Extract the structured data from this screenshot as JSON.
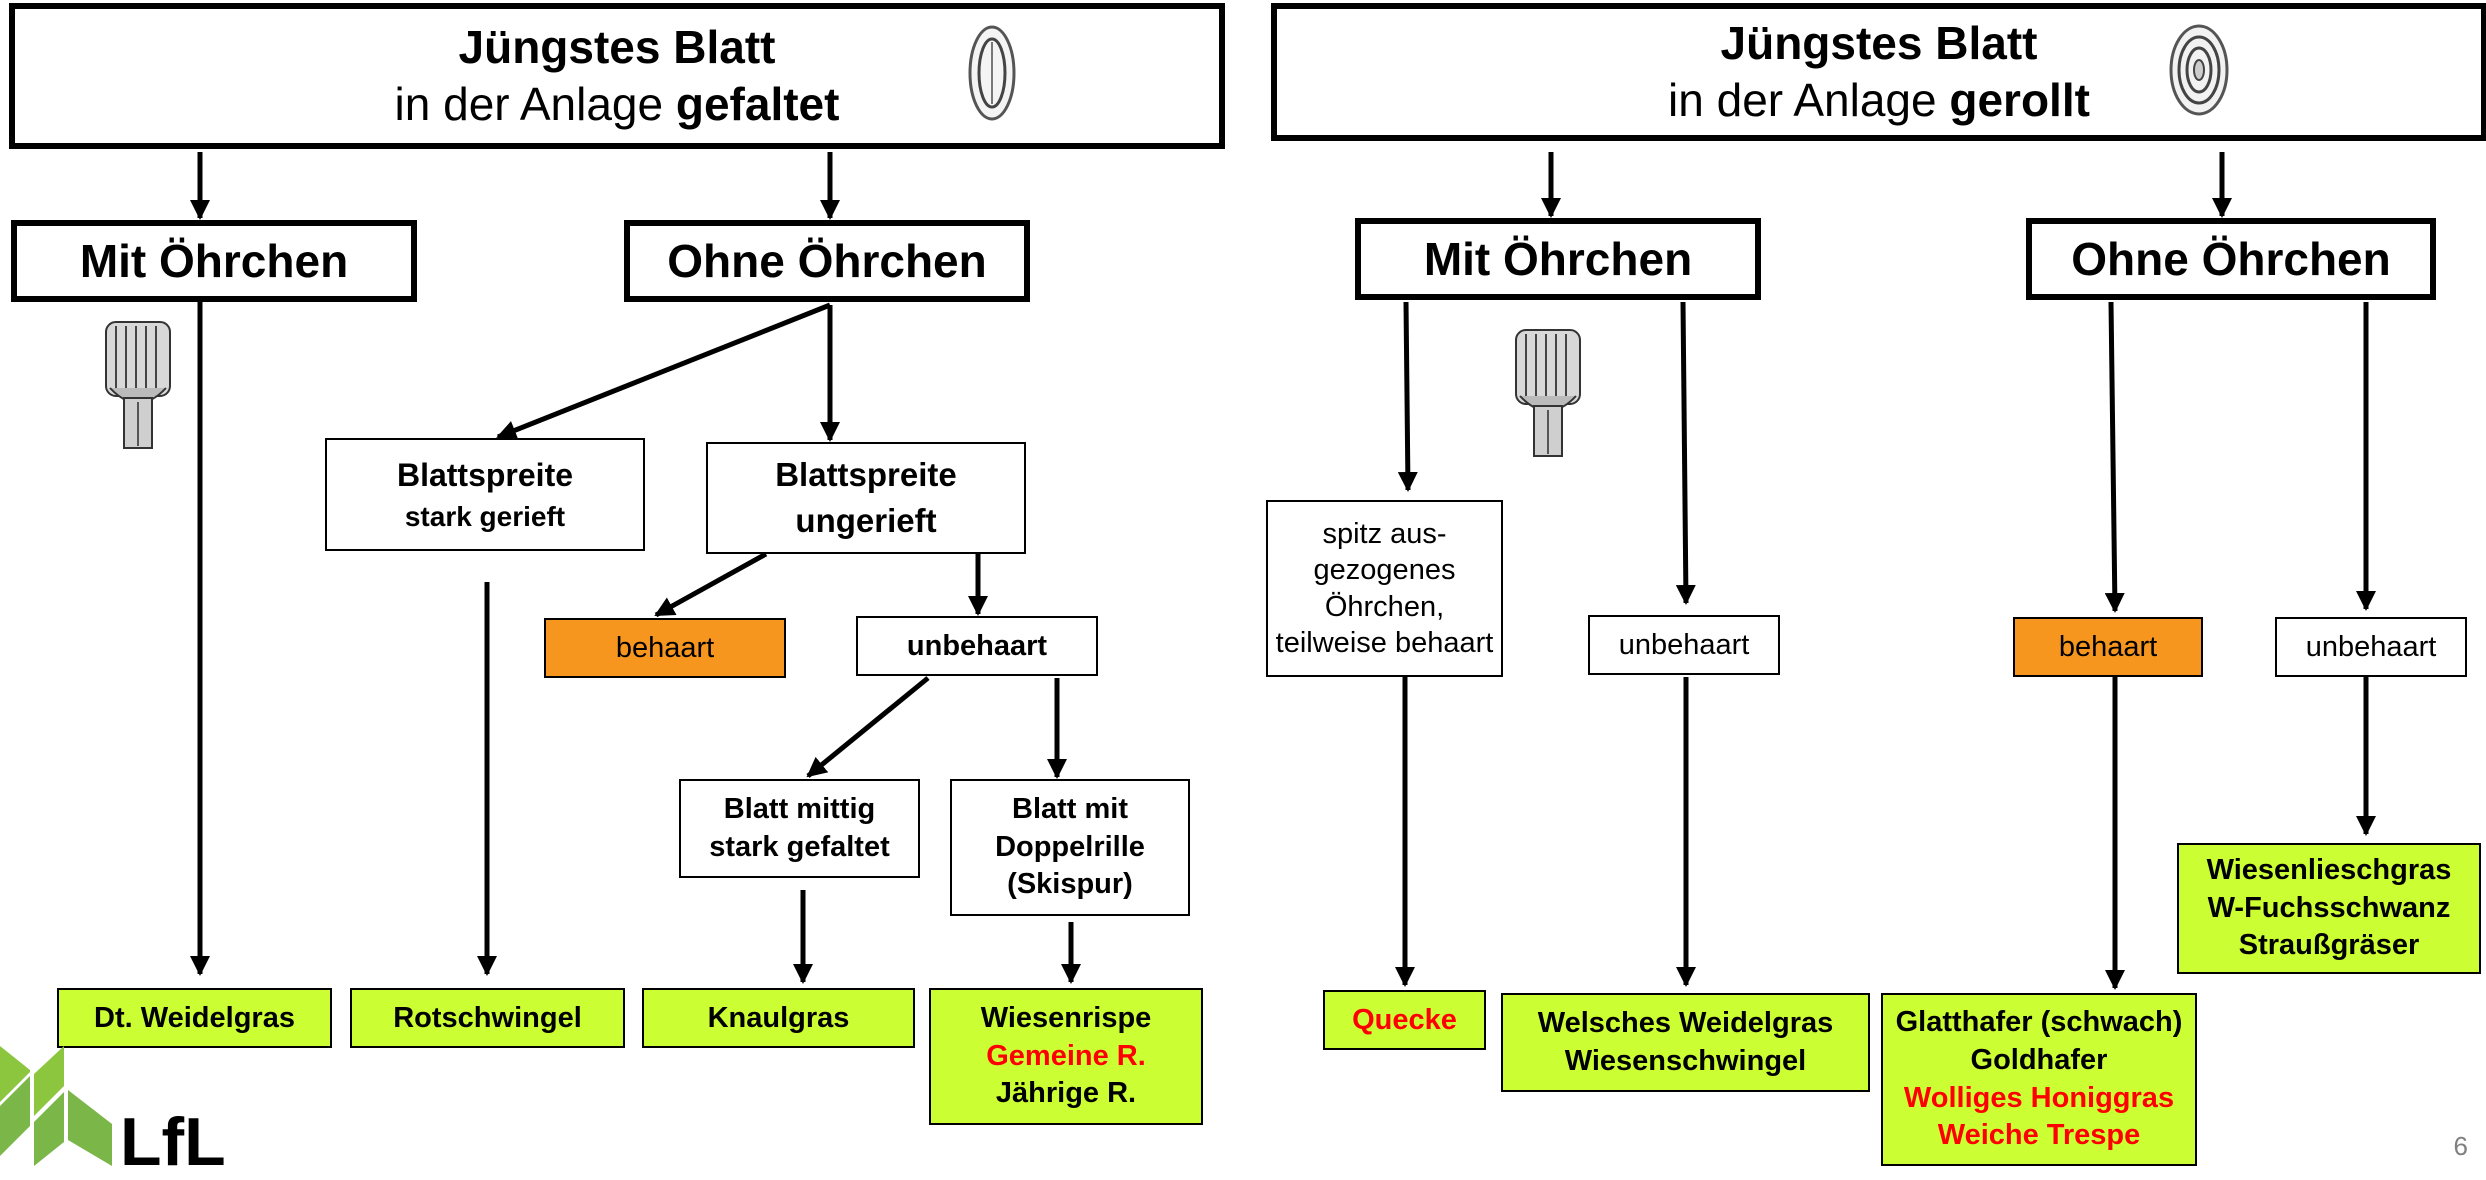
{
  "left": {
    "header": {
      "line1": "Jüngstes Blatt",
      "line2_prefix": "in der Anlage ",
      "line2_bold": "gefaltet"
    },
    "mit": "Mit Öhrchen",
    "ohne": "Ohne Öhrchen",
    "spreite_gerieft": [
      "Blattspreite",
      "stark gerieft"
    ],
    "spreite_ungerieft": [
      "Blattspreite",
      "ungerieft"
    ],
    "behaart": "behaart",
    "unbehaart": "unbehaart",
    "mittig": [
      "Blatt mittig",
      "stark gefaltet"
    ],
    "doppelrille": [
      "Blatt mit",
      "Doppelrille",
      "(Skispur)"
    ],
    "results": {
      "weidelgras": "Dt. Weidelgras",
      "rotschwingel": "Rotschwingel",
      "knaulgras": "Knaulgras",
      "wiesenrispe": "Wiesenrispe",
      "gemeine": "Gemeine R.",
      "jaehrige": "Jährige R."
    }
  },
  "right": {
    "header": {
      "line1": "Jüngstes Blatt",
      "line2_prefix": "in der Anlage ",
      "line2_bold": "gerollt"
    },
    "mit": "Mit Öhrchen",
    "ohne": "Ohne Öhrchen",
    "spitz": [
      "spitz aus-",
      "gezogenes",
      "Öhrchen,",
      "teilweise behaart"
    ],
    "unbehaart_mit": "unbehaart",
    "behaart": "behaart",
    "unbehaart_ohne": "unbehaart",
    "results": {
      "quecke": "Quecke",
      "welsches": "Welsches Weidelgras",
      "wiesenschwingel": "Wiesenschwingel",
      "glatthafer": "Glatthafer (schwach)",
      "goldhafer": "Goldhafer",
      "wolliges": "Wolliges Honiggras",
      "weiche": "Weiche Trespe",
      "wiesenlieschgras": "Wiesenlieschgras",
      "fuchsschwanz": "W-Fuchsschwanz",
      "straussgraeser": "Straußgräser"
    }
  },
  "logo_text": "LfL",
  "page_number": "6",
  "colors": {
    "orange": "#f7961e",
    "lime": "#ccff33",
    "red": "#ff0000",
    "logo_green": "#7ab648"
  }
}
